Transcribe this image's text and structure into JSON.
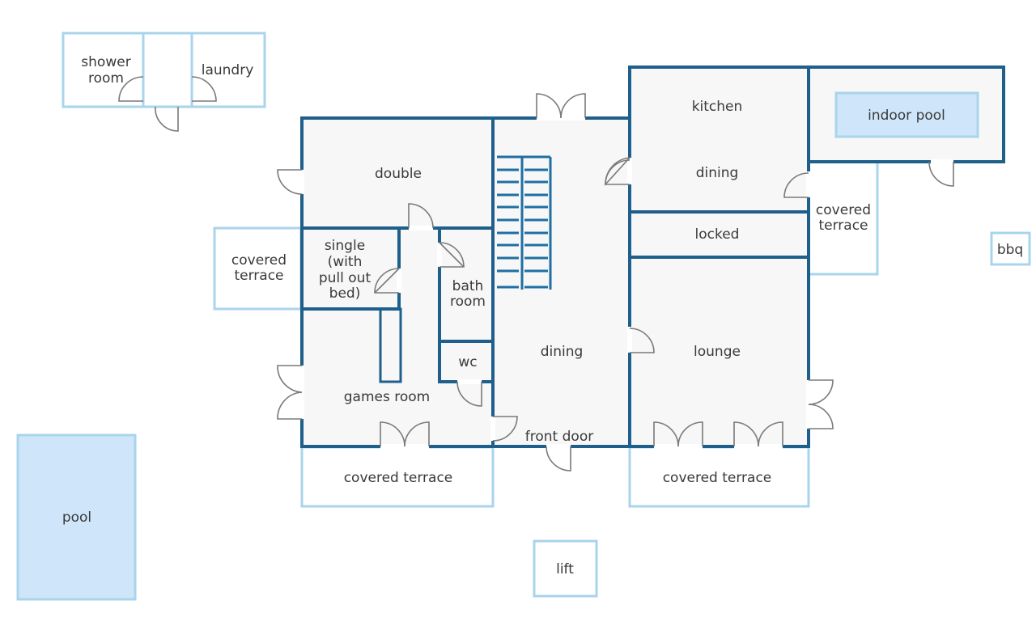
{
  "colors": {
    "wall": "#1f5f8b",
    "light_outline": "#a8d4ec",
    "pool_fill": "#cfe6fa",
    "room_fill": "#f6f7f6",
    "text": "#3a3a3a"
  },
  "outbuilding": {
    "shower_room": [
      "shower",
      "room"
    ],
    "laundry": "laundry"
  },
  "rooms": {
    "double": "double",
    "single": [
      "single",
      "(with",
      "pull out",
      "bed)"
    ],
    "bathroom": [
      "bath",
      "room"
    ],
    "wc": "wc",
    "games_room": "games room",
    "dining_center": "dining",
    "front_door": "front door",
    "kitchen": "kitchen",
    "dining_right": "dining",
    "locked": "locked",
    "lounge": "lounge",
    "indoor_pool": "indoor pool"
  },
  "exterior": {
    "covered_terrace_left": [
      "covered",
      "terrace"
    ],
    "covered_terrace_right": [
      "covered",
      "terrace"
    ],
    "covered_terrace_bottom_left": "covered terrace",
    "covered_terrace_bottom_right": "covered terrace",
    "bbq": "bbq",
    "lift": "lift",
    "pool": "pool"
  }
}
